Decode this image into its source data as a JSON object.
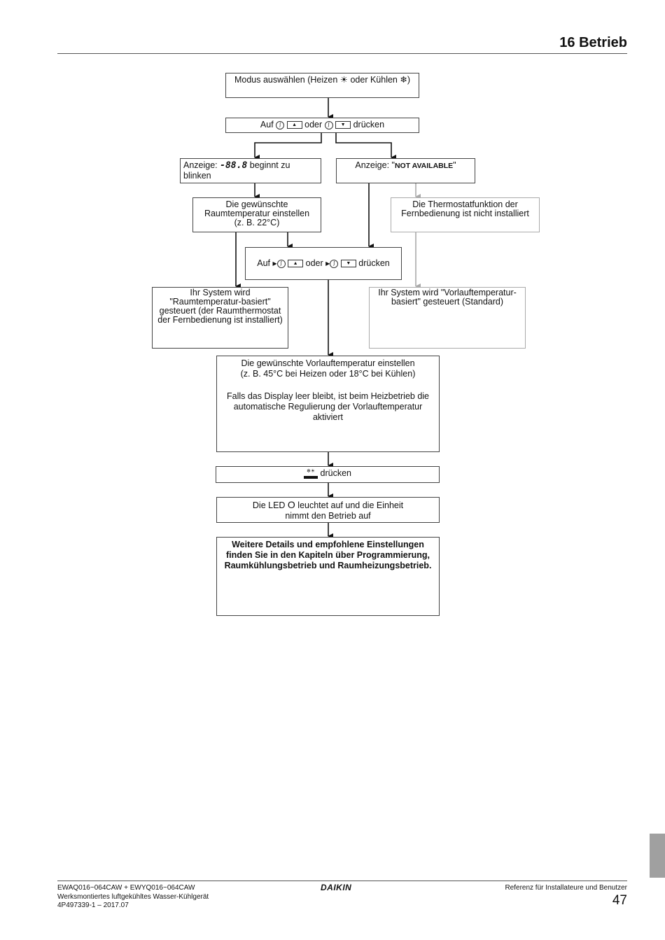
{
  "header": {
    "title": "16 Betrieb"
  },
  "flow": {
    "mode_select": {
      "text": "Modus auswählen (Heizen",
      "or": "oder Kühlen",
      "close": ")",
      "heat_icon": "sun-icon",
      "cool_icon": "snowflake-icon"
    },
    "press1": {
      "prefix": "Auf",
      "or": "oder",
      "suffix": "drücken"
    },
    "display_left": {
      "prefix": "Anzeige:",
      "segment": "-88.8",
      "suffix": "beginnt zu blinken"
    },
    "display_right": {
      "prefix": "Anzeige: \"",
      "caps": "NOT AVAILABLE",
      "suffix": "\""
    },
    "set_room": {
      "line1": "Die gewünschte",
      "line2": "Raumtemperatur einstellen",
      "line3": "(z. B. 22°C)"
    },
    "thermostat_na": {
      "line1": "Die Thermostatfunktion der",
      "line2": "Fernbedienung ist nicht installiert"
    },
    "press2": {
      "prefix": "Auf",
      "or": "oder",
      "suffix": "drücken"
    },
    "room_based": {
      "line1": "Ihr System wird",
      "line2": "\"Raumtemperatur-basiert\"",
      "line3": "gesteuert (der Raumthermostat",
      "line4": "der Fernbedienung ist installiert)"
    },
    "flow_based": {
      "line1": "Ihr System wird \"Vorlauftemperatur-",
      "line2": "basiert\" gesteuert (Standard)"
    },
    "set_flow": {
      "line1": "Die gewünschte Vorlauftemperatur einstellen",
      "line2": "(z. B. 45°C bei Heizen oder 18°C bei Kühlen)",
      "line3": "Falls das Display leer bleibt, ist beim Heizbetrieb die",
      "line4": "automatische Regulierung der Vorlauftemperatur",
      "line5": "aktiviert"
    },
    "press3": {
      "suffix": "drücken"
    },
    "led_on": {
      "line1a": "Die LED",
      "led": "O",
      "line1b": "leuchtet auf und die Einheit",
      "line2": "nimmt den Betrieb auf"
    },
    "details": {
      "line1": "Weitere Details und empfohlene Einstellungen",
      "line2": "finden Sie in den Kapiteln über Programmierung,",
      "line3": "Raumkühlungsbetrieb und Raumheizungsbetrieb."
    }
  },
  "footer": {
    "model": "EWAQ016~064CAW + EWYQ016~064CAW",
    "description": "Werksmontiertes luftgekühltes Wasser-Kühlgerät",
    "doc_id": "4P497339-1 – 2017.07",
    "brand": "DAIKIN",
    "reference": "Referenz für Installateure und Benutzer",
    "page": "47"
  }
}
